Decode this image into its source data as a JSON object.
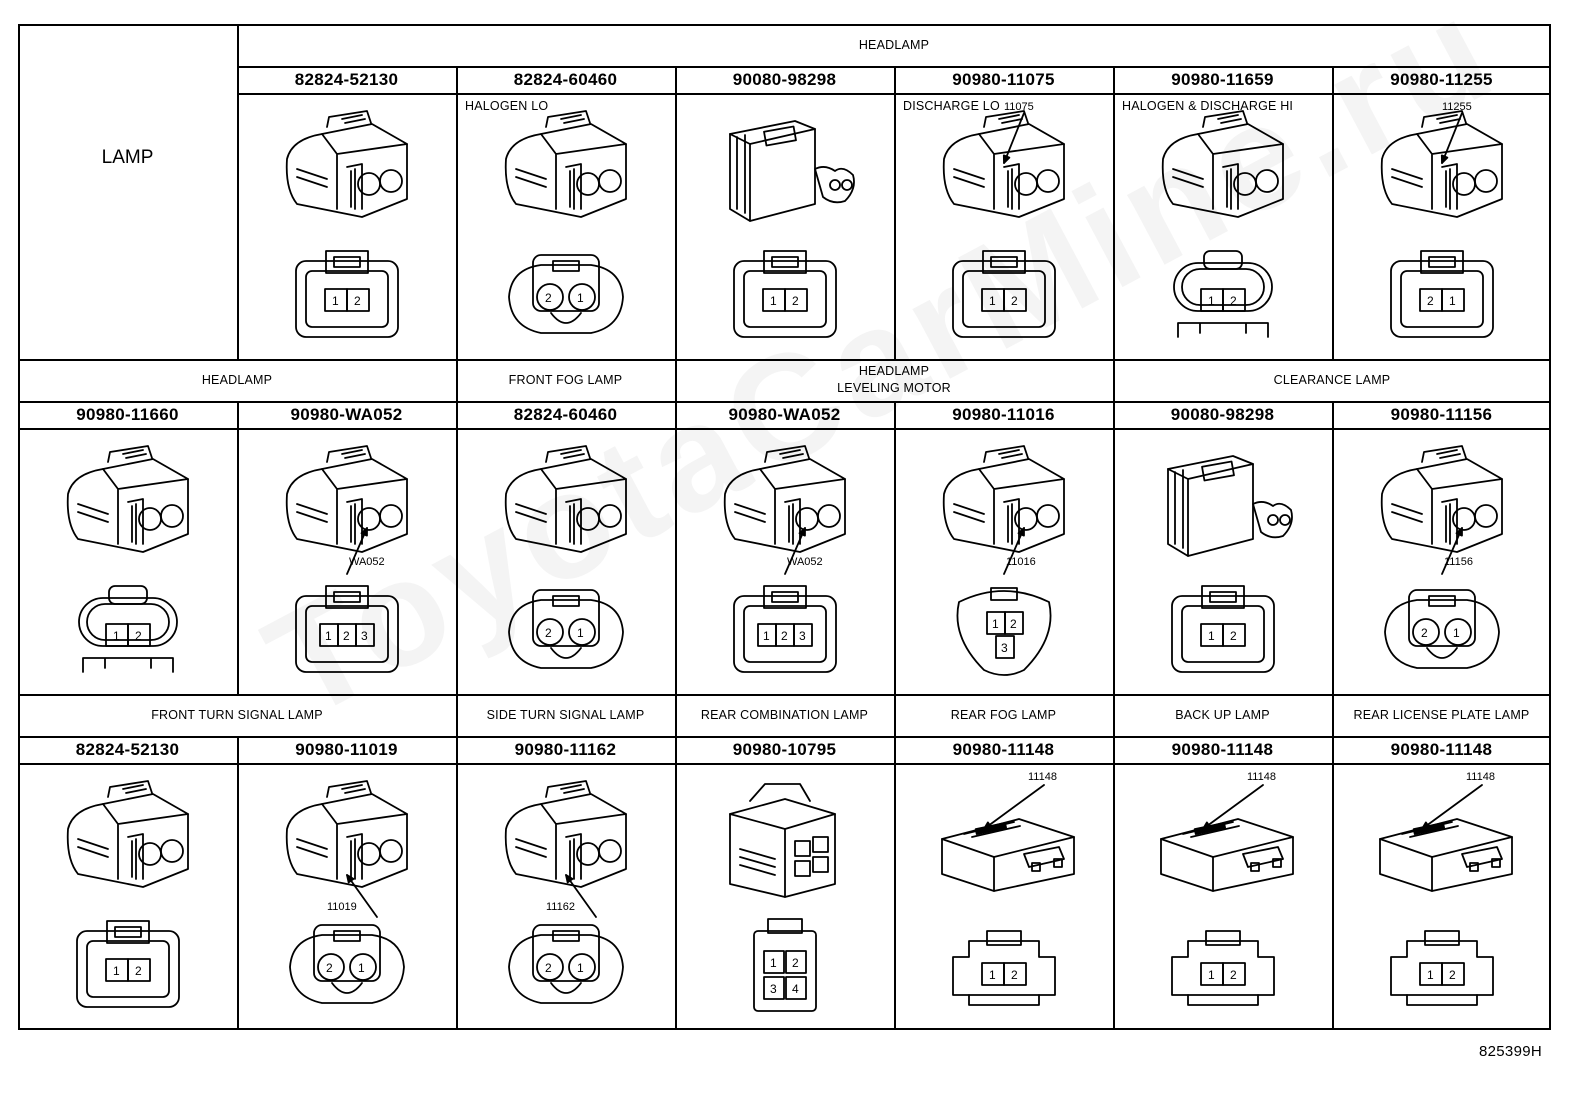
{
  "lamp_label": "LAMP",
  "rows": [
    {
      "groups": [
        {
          "label": "HEADLAMP"
        }
      ],
      "cells": [
        {
          "part": "82824-52130",
          "note": "",
          "callouts": [],
          "pins": [
            "1",
            "2"
          ]
        },
        {
          "part": "82824-60460",
          "note": "HALOGEN LO",
          "callouts": [],
          "pins": [
            "2",
            "1"
          ]
        },
        {
          "part": "90080-98298",
          "note": "",
          "callouts": [],
          "pins": [
            "1",
            "2"
          ]
        },
        {
          "part": "90980-11075",
          "note": "DISCHARGE LO",
          "callouts": [
            "11075"
          ],
          "pins": [
            "1",
            "2"
          ]
        },
        {
          "part": "90980-11659",
          "note": "HALOGEN & DISCHARGE HI",
          "callouts": [],
          "pins": [
            "1",
            "2"
          ]
        },
        {
          "part": "90980-11255",
          "note": "",
          "callouts": [
            "11255"
          ],
          "pins": [
            "2",
            "1"
          ]
        }
      ]
    },
    {
      "groups": [
        {
          "label": "HEADLAMP"
        },
        {
          "label": "FRONT FOG LAMP"
        },
        {
          "label": "HEADLAMP"
        },
        {
          "label": "LEVELING MOTOR"
        },
        {
          "label": "CLEARANCE LAMP"
        }
      ],
      "cells": [
        {
          "part": "90980-11660",
          "note": "",
          "callouts": [],
          "pins": [
            "1",
            "2"
          ]
        },
        {
          "part": "90980-WA052",
          "note": "",
          "callouts": [
            "WA052"
          ],
          "pins": [
            "1",
            "2",
            "3"
          ]
        },
        {
          "part": "82824-60460",
          "note": "",
          "callouts": [],
          "pins": [
            "2",
            "1"
          ]
        },
        {
          "part": "90980-WA052",
          "note": "",
          "callouts": [
            "WA052"
          ],
          "pins": [
            "1",
            "2",
            "3"
          ]
        },
        {
          "part": "90980-11016",
          "note": "",
          "callouts": [
            "11016"
          ],
          "pins": [
            "1",
            "2",
            "3"
          ]
        },
        {
          "part": "90080-98298",
          "note": "",
          "callouts": [],
          "pins": [
            "1",
            "2"
          ]
        },
        {
          "part": "90980-11156",
          "note": "",
          "callouts": [
            "11156"
          ],
          "pins": [
            "2",
            "1"
          ]
        }
      ]
    },
    {
      "groups": [
        {
          "label": "FRONT TURN SIGNAL LAMP"
        },
        {
          "label": "SIDE TURN SIGNAL LAMP"
        },
        {
          "label": "REAR COMBINATION LAMP"
        },
        {
          "label": "REAR FOG LAMP"
        },
        {
          "label": "BACK UP LAMP"
        },
        {
          "label": "REAR LICENSE PLATE LAMP"
        }
      ],
      "cells": [
        {
          "part": "82824-52130",
          "note": "",
          "callouts": [],
          "pins": [
            "1",
            "2"
          ]
        },
        {
          "part": "90980-11019",
          "note": "",
          "callouts": [
            "11019"
          ],
          "pins": [
            "2",
            "1"
          ]
        },
        {
          "part": "90980-11162",
          "note": "",
          "callouts": [
            "11162"
          ],
          "pins": [
            "2",
            "1"
          ]
        },
        {
          "part": "90980-10795",
          "note": "",
          "callouts": [],
          "pins": [
            "1",
            "2",
            "3",
            "4"
          ]
        },
        {
          "part": "90980-11148",
          "note": "",
          "callouts": [
            "11148"
          ],
          "pins": [
            "1",
            "2"
          ]
        },
        {
          "part": "90980-11148",
          "note": "",
          "callouts": [
            "11148"
          ],
          "pins": [
            "1",
            "2"
          ]
        },
        {
          "part": "90980-11148",
          "note": "",
          "callouts": [
            "11148"
          ],
          "pins": [
            "1",
            "2"
          ]
        }
      ]
    }
  ],
  "figure_id": "825399H",
  "watermark": "ToyotaCarMine.ru"
}
